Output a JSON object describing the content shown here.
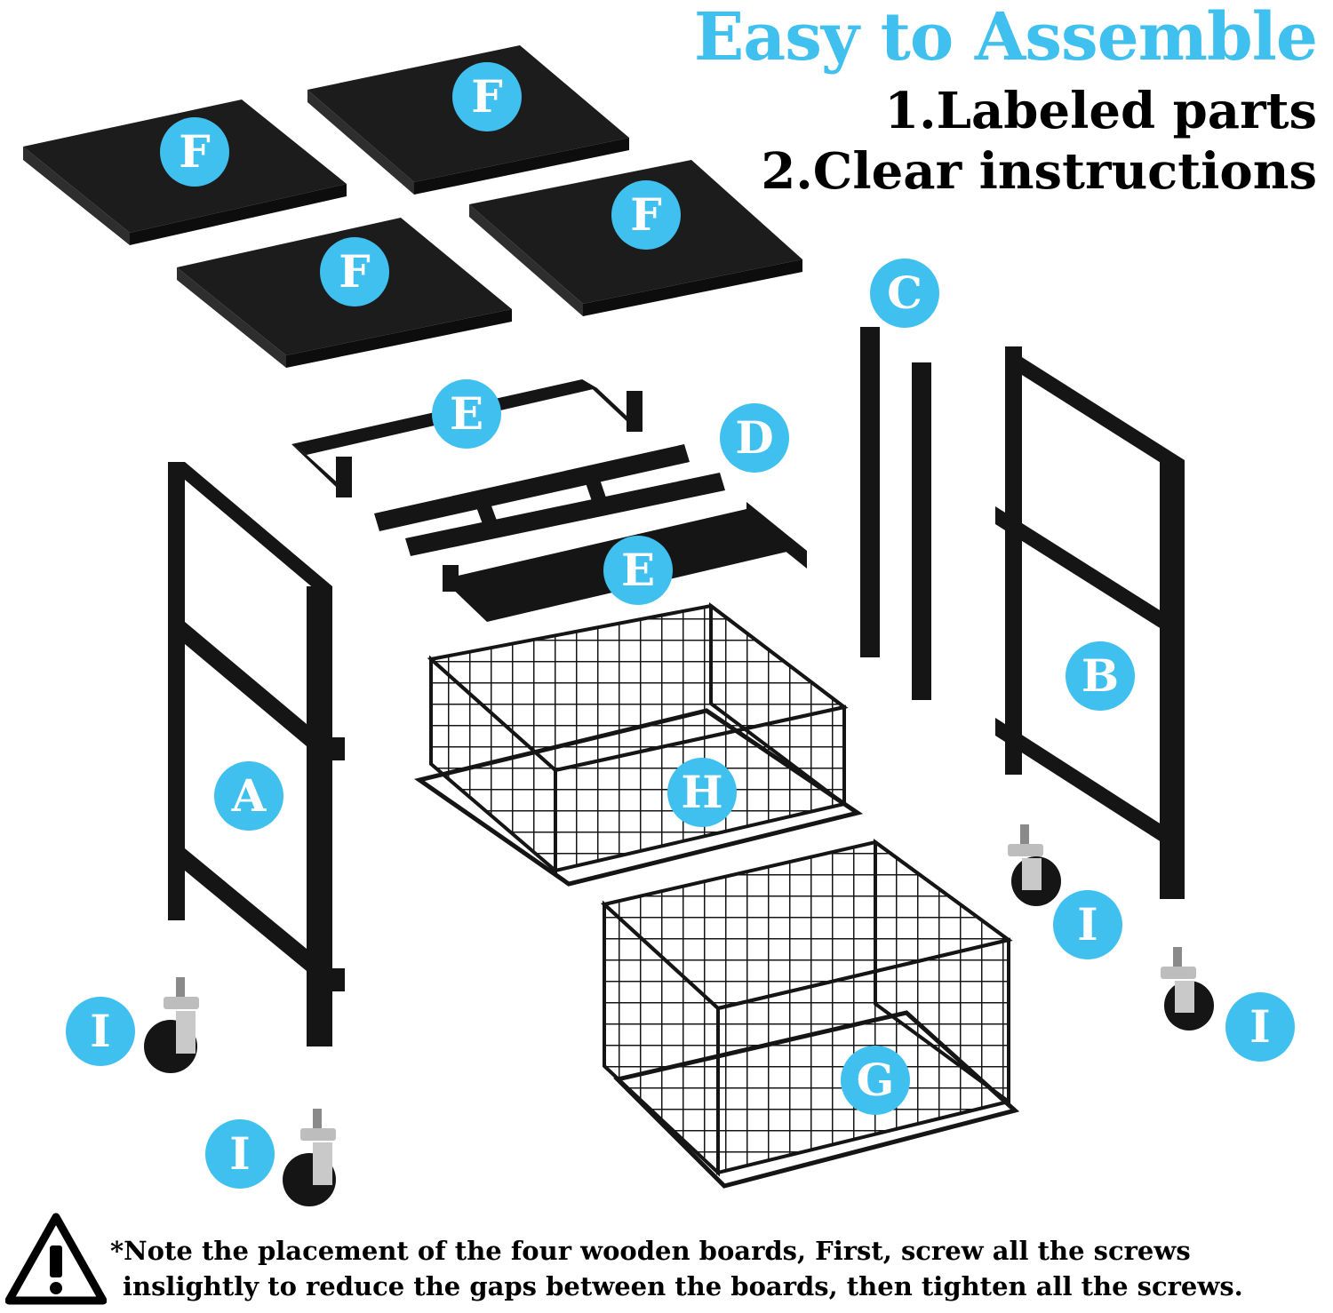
{
  "title": "Easy to Assemble",
  "features": [
    "1.Labeled parts",
    "2.Clear instructions"
  ],
  "parts": {
    "A": "A",
    "B": "B",
    "C": "C",
    "D": "D",
    "E": "E",
    "F": "F",
    "G": "G",
    "H": "H",
    "I": "I"
  },
  "note": {
    "line1": "*Note the placement of the four wooden boards, First, screw all the screws",
    "line2": "inslightly to reduce the gaps between the boards, then tighten all the screws."
  },
  "colors": {
    "accent": "#3fc0ee",
    "metal": "#151515",
    "text": "#000000"
  },
  "icons": [
    "warning-icon"
  ]
}
